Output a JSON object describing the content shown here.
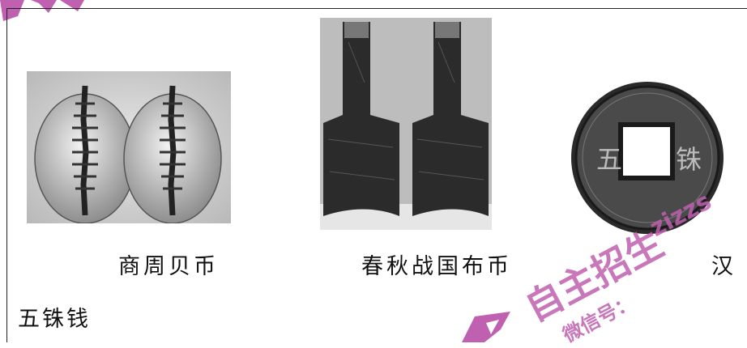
{
  "captions": {
    "shell": "商周贝币",
    "spade": "春秋战国布币",
    "han": "汉",
    "wuzhu": "五铢钱"
  },
  "coin_text": {
    "left": "五",
    "right": "铢"
  },
  "watermark": {
    "line1": "自主招生",
    "line2": "zizzs",
    "line3": "微信号："
  },
  "colors": {
    "watermark": "#c060b0",
    "text": "#111111"
  }
}
